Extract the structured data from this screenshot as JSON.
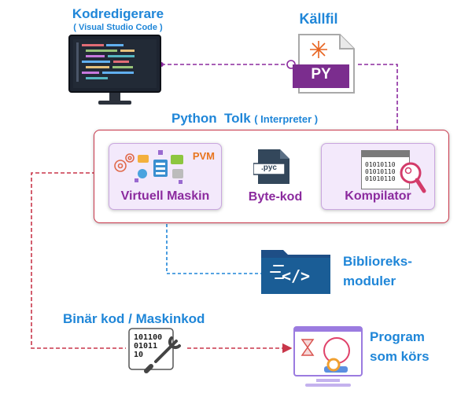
{
  "editor": {
    "title": "Kodredigerare",
    "subtitle": "( Visual Studio Code )",
    "icon": "monitor-code-icon"
  },
  "source_file": {
    "title": "Källfil",
    "badge": "PY",
    "icon": "python-file-icon"
  },
  "interpreter": {
    "title": "Python  Tolk",
    "subtitle": "( Interpreter )"
  },
  "vm": {
    "label": "Virtuell Maskin",
    "badge": "PVM",
    "icon": "virtual-machine-icon"
  },
  "bytecode": {
    "label": "Byte-kod",
    "ext": ".pyc",
    "icon": "pyc-file-icon"
  },
  "compiler": {
    "label": "Kompilator",
    "binary_lines": [
      "01010110",
      "01010110",
      "01010110"
    ],
    "icon": "compiler-search-icon"
  },
  "libraries": {
    "line1": "Biblioreks-",
    "line2": "moduler",
    "icon": "code-folder-icon"
  },
  "binary": {
    "title": "Binär kod / Maskinkod",
    "lines": [
      "101100",
      "01011",
      "10"
    ],
    "icon": "binary-wrench-icon"
  },
  "program": {
    "line1": "Program",
    "line2": "som körs",
    "icon": "running-program-icon"
  },
  "colors": {
    "blue": "#1f86d8",
    "purple": "#8b2a9e",
    "red": "#c8364a",
    "card_bg": "#f3e9fb"
  }
}
